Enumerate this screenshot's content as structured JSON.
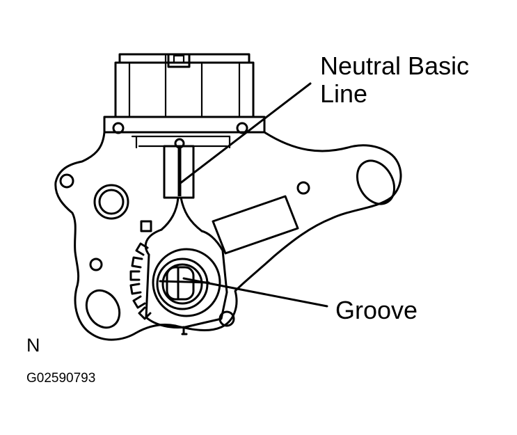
{
  "labels": {
    "neutral_basic_line": "Neutral Basic\nLine",
    "groove": "Groove",
    "mode": "N",
    "figure_code": "G02590793"
  }
}
